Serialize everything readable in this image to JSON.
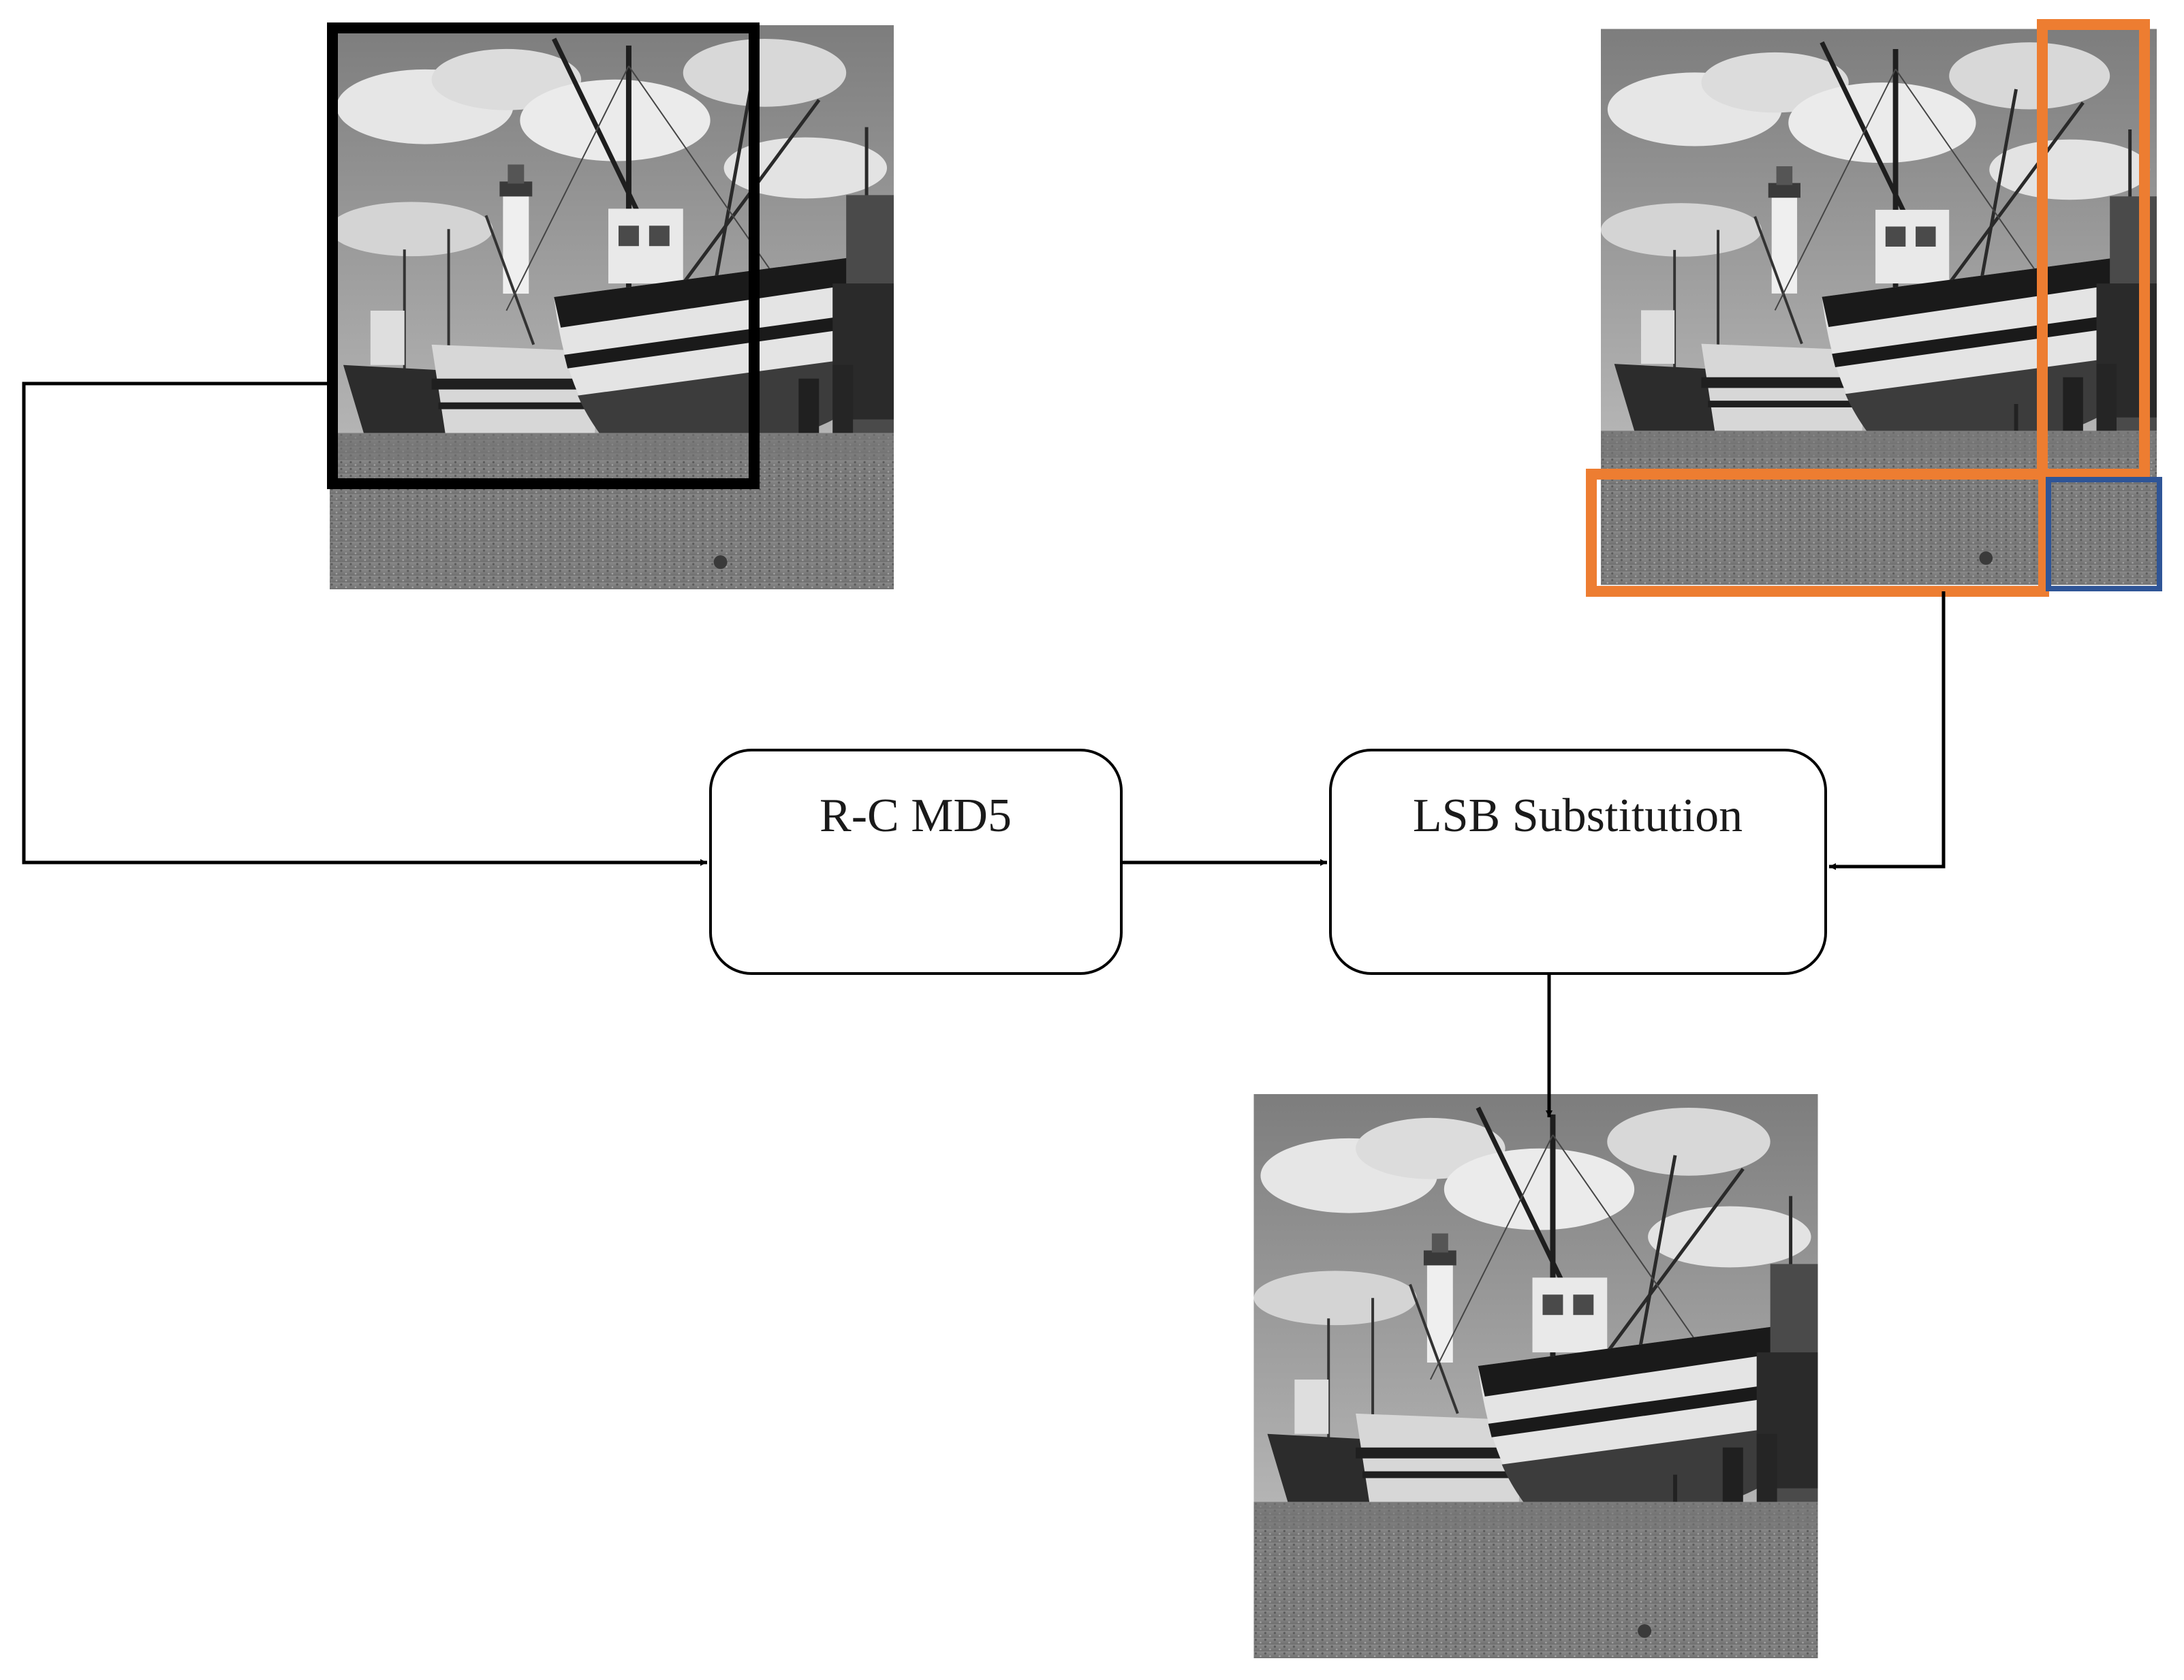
{
  "nodes": {
    "rc_md5": {
      "label": "R-C MD5"
    },
    "lsb": {
      "label": "LSB Substitution"
    }
  },
  "images": {
    "source": {
      "icon": "harbor-boats-grayscale-photo",
      "highlight": "#000000"
    },
    "cover": {
      "icon": "harbor-boats-grayscale-photo",
      "highlights": [
        "#ed7d31",
        "#2f5597"
      ]
    },
    "output": {
      "icon": "harbor-boats-grayscale-photo"
    }
  },
  "colors": {
    "arrow": "#000000",
    "cover_edge_highlight": "#ed7d31",
    "cover_corner_highlight": "#2f5597"
  }
}
